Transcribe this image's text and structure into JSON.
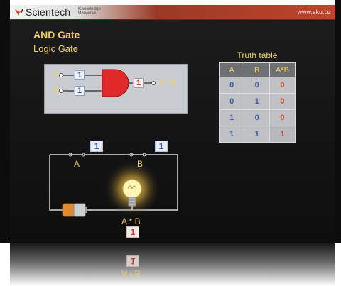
{
  "header": {
    "brand_name": "Scientech",
    "tagline_line1": "Knowledge",
    "tagline_line2": "Universe",
    "site_url": "www.sku.bz"
  },
  "page": {
    "title": "AND Gate",
    "subtitle": "Logic Gate"
  },
  "gate_diagram": {
    "input_a_label": "A",
    "input_b_label": "B",
    "input_a_value": "1",
    "input_b_value": "1",
    "output_value": "1",
    "output_label": "A * B"
  },
  "truth_table": {
    "title": "Truth table",
    "headers": [
      "A",
      "B",
      "A*B"
    ],
    "rows": [
      [
        "0",
        "0",
        "0"
      ],
      [
        "0",
        "1",
        "0"
      ],
      [
        "1",
        "0",
        "0"
      ],
      [
        "1",
        "1",
        "1"
      ]
    ]
  },
  "circuit": {
    "switch_a_value": "1",
    "switch_b_value": "1",
    "switch_a_label": "A",
    "switch_b_label": "B",
    "lamp_label": "A * B",
    "lamp_value": "1"
  },
  "reflection": {
    "lamp_value": "1",
    "lamp_label": "A * B"
  },
  "colors": {
    "accent_yellow": "#f2d25a",
    "bit_blue": "#3b5eb0",
    "bit_red": "#d94a2c",
    "gate_red": "#e02a2a"
  }
}
